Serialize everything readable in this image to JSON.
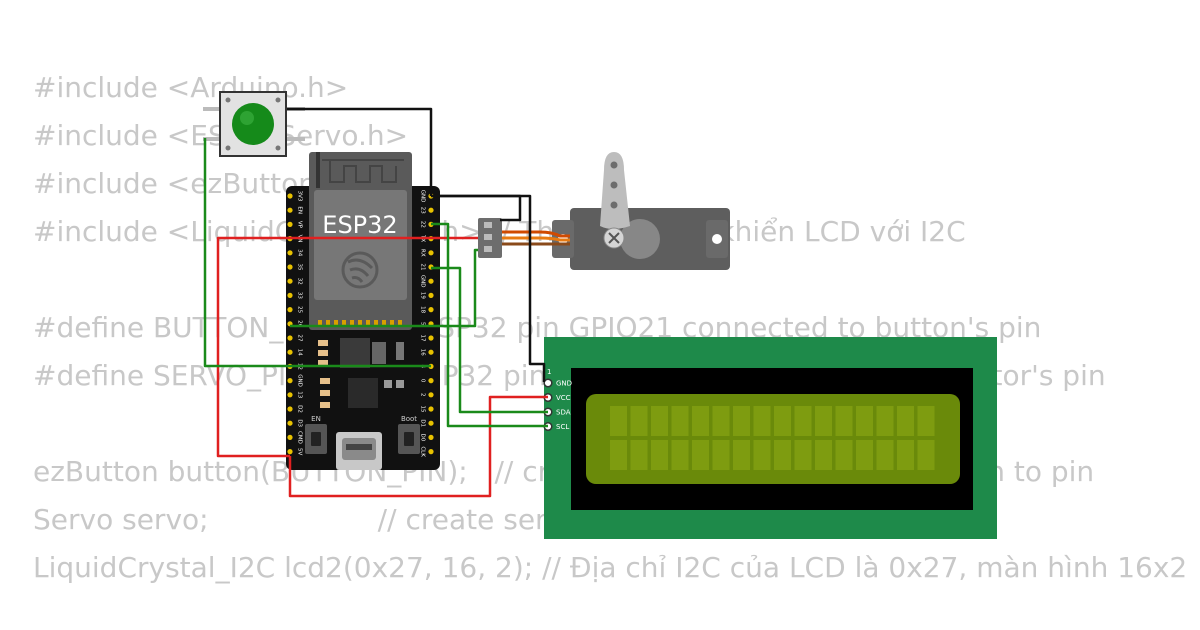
{
  "code_lines": [
    "#include <Arduino.h>",
    "#include <ESP32Servo.h>",
    "#include <ezButton.h>",
    "#include <LiquidCrystal_I2C.h> // Thư viện điều khiển LCD với I2C",
    "",
    "#define BUTTON_PIN  21 // ESP32 pin GPIO21 connected to button's pin",
    "#define SERVO_PIN   26 // ESP32 pin GPIO26 connected to servo motor's pin",
    "",
    "ezButton button(BUTTON_PIN);   // create ezButton object that attach to pin",
    "Servo servo;                   // create servo object to control a servo",
    "LiquidCrystal_I2C lcd2(0x27, 16, 2); // Địa chỉ I2C của LCD là 0x27, màn hình 16x2"
  ],
  "esp32": {
    "label": "ESP32",
    "left_pins": [
      "3V3",
      "EN",
      "VP",
      "VN",
      "34",
      "35",
      "32",
      "33",
      "25",
      "26",
      "27",
      "14",
      "12",
      "GND",
      "13",
      "D2",
      "D3",
      "CMD",
      "5V"
    ],
    "right_pins": [
      "GND",
      "23",
      "22",
      "TX",
      "RX",
      "21",
      "GND",
      "19",
      "18",
      "5",
      "17",
      "16",
      "4",
      "0",
      "2",
      "15",
      "D1",
      "D0",
      "CLK"
    ],
    "buttons": [
      "EN",
      "Boot"
    ]
  },
  "lcd": {
    "pins": [
      "GND",
      "VCC",
      "SDA",
      "SCL"
    ],
    "pin_number": "1"
  },
  "colors": {
    "wire_black": "#111111",
    "wire_red": "#e02020",
    "wire_green": "#1a8a1a",
    "lcd_pcb": "#1e8a4a",
    "lcd_screen": "#6a8a0a",
    "button_cap": "#158a1a"
  }
}
